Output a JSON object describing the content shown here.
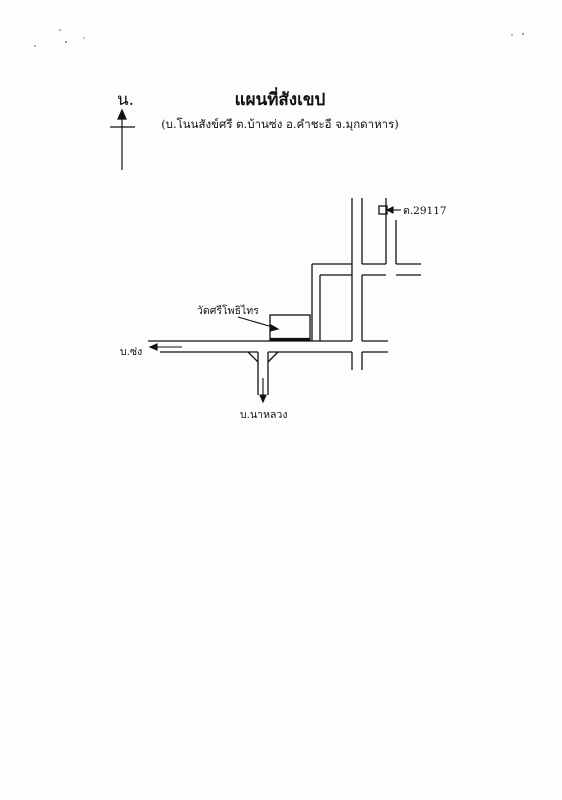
{
  "north_label": "น.",
  "title": "แผนที่สังเขป",
  "subtitle": "(บ.โนนสังข์ศรี ต.บ้านซ่ง อ.คำชะอี จ.มุกดาหาร)",
  "labels": {
    "temple": "วัดศรีโพธิไทร",
    "left_road": "บ.ซ่ง",
    "bottom_road": "บ.นาหลวง",
    "parcel": "ต.29117"
  },
  "colors": {
    "ink": "#111111",
    "paper": "#fdfdfd"
  },
  "icons": {
    "north": "north-arrow-icon",
    "parcel": "parcel-square-icon"
  }
}
